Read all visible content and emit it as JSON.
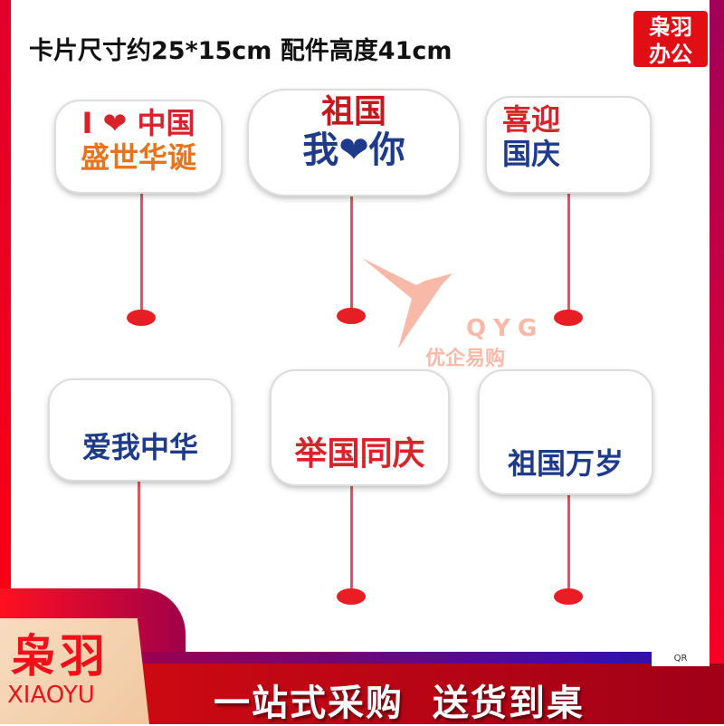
{
  "header": {
    "title": "卡片尺寸约25*15cm  配件高度41cm"
  },
  "logo": {
    "line1": "枭羽",
    "line2": "办公"
  },
  "watermark": {
    "letters": "QYG",
    "text": "优企易购"
  },
  "cards": [
    {
      "line1": "I ❤ 中国",
      "line2": "盛世华诞",
      "color1": "#d9232a",
      "color2": "#e8731b"
    },
    {
      "line1": "祖国",
      "line2": "我❤你",
      "color1": "#c8161d",
      "color2": "#1e3a8a"
    },
    {
      "line1": "喜迎",
      "line2": "国庆",
      "color1": "#d9232a",
      "color2": "#1e3a8a"
    },
    {
      "line1": "爱我中华",
      "line2": "",
      "color1": "#1e3a8a",
      "color2": "#d9232a"
    },
    {
      "line1": "举国同庆",
      "line2": "",
      "color1": "#d9232a",
      "color2": "#d9232a"
    },
    {
      "line1": "祖国万岁",
      "line2": "",
      "color1": "#1e3a8a",
      "color2": "#e8731b"
    }
  ],
  "footer": {
    "brand": "枭羽",
    "brand_en": "XIAOYU",
    "slogan": "一站式采购  送货到桌",
    "qr_text": "QR"
  }
}
